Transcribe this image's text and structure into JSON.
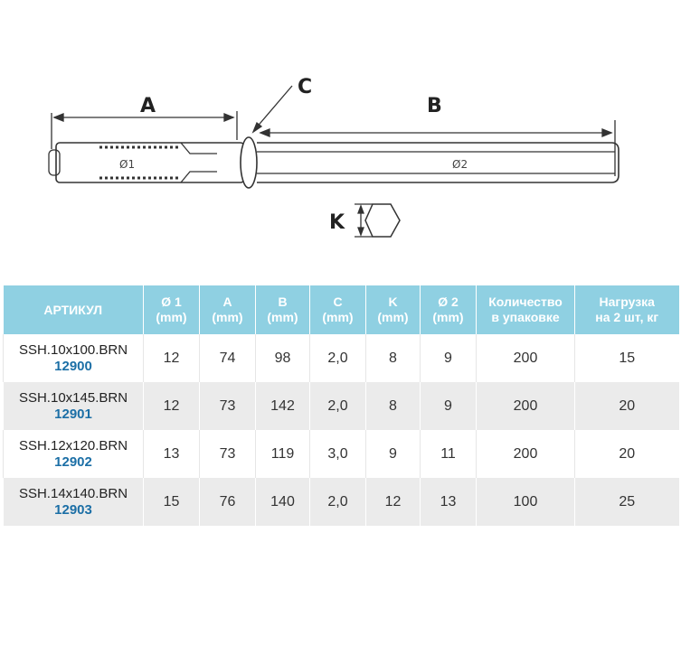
{
  "drawing": {
    "label_a": "A",
    "label_b": "B",
    "label_c": "C",
    "label_k": "K",
    "label_d1": "Ø1",
    "label_d2": "Ø2"
  },
  "table": {
    "headers": [
      {
        "top": "АРТИКУЛ",
        "bottom": ""
      },
      {
        "top": "Ø 1",
        "bottom": "(mm)"
      },
      {
        "top": "A",
        "bottom": "(mm)"
      },
      {
        "top": "B",
        "bottom": "(mm)"
      },
      {
        "top": "C",
        "bottom": "(mm)"
      },
      {
        "top": "K",
        "bottom": "(mm)"
      },
      {
        "top": "Ø 2",
        "bottom": "(mm)"
      },
      {
        "top": "Количество",
        "bottom": "в упаковке"
      },
      {
        "top": "Нагрузка",
        "bottom": "на 2 шт, кг"
      }
    ],
    "rows": [
      {
        "name": "SSH.10x100.BRN",
        "code": "12900",
        "d1": "12",
        "a": "74",
        "b": "98",
        "c": "2,0",
        "k": "8",
        "d2": "9",
        "qty": "200",
        "load": "15"
      },
      {
        "name": "SSH.10x145.BRN",
        "code": "12901",
        "d1": "12",
        "a": "73",
        "b": "142",
        "c": "2,0",
        "k": "8",
        "d2": "9",
        "qty": "200",
        "load": "20"
      },
      {
        "name": "SSH.12x120.BRN",
        "code": "12902",
        "d1": "13",
        "a": "73",
        "b": "119",
        "c": "3,0",
        "k": "9",
        "d2": "11",
        "qty": "200",
        "load": "20"
      },
      {
        "name": "SSH.14x140.BRN",
        "code": "12903",
        "d1": "15",
        "a": "76",
        "b": "140",
        "c": "2,0",
        "k": "12",
        "d2": "13",
        "qty": "100",
        "load": "25"
      }
    ]
  }
}
